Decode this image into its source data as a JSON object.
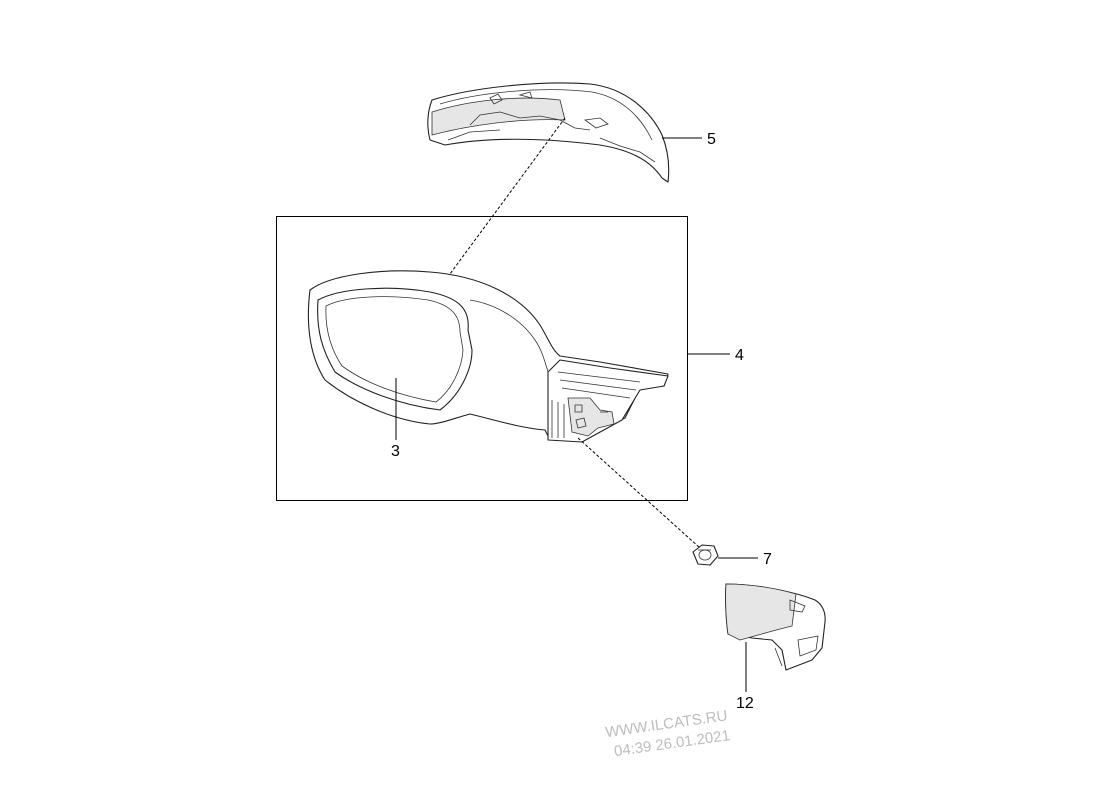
{
  "callouts": {
    "c3": "3",
    "c4": "4",
    "c5": "5",
    "c7": "7",
    "c12": "12"
  },
  "watermark": {
    "line1": "WWW.ILCATS.RU",
    "line2": "04:39 26.01.2021"
  },
  "colors": {
    "line": "#222222",
    "watermark": "#bdbdbd",
    "background": "#ffffff"
  }
}
